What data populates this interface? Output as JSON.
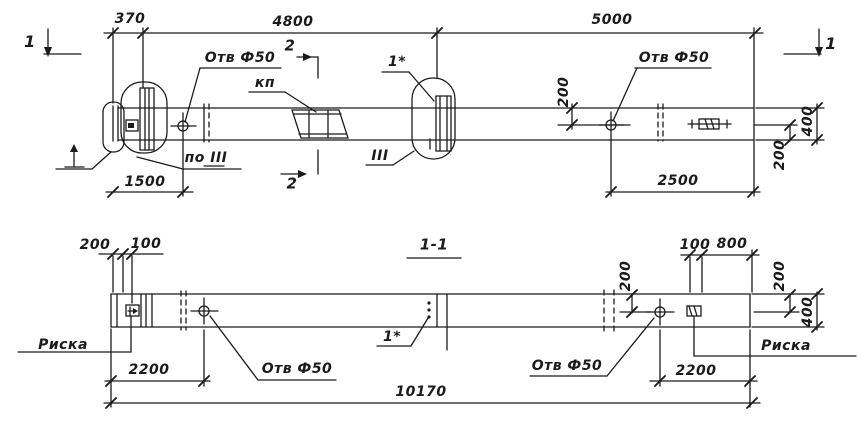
{
  "drawing": {
    "type": "engineering drawing, precast concrete column, plan view and section",
    "ink_color": "#1b1b1b",
    "paper_color": "#ffffff"
  },
  "plan_view": {
    "section_mark_left": "1",
    "section_mark_right": "1",
    "dim_370": "370",
    "dim_4800": "4800",
    "dim_5000": "5000",
    "hole_label_left": "Отв Ф50",
    "hole_label_right": "Отв Ф50",
    "section2_top": "2",
    "section2_bottom": "2",
    "kp_label": "кп",
    "detail_1star": "1*",
    "po_iii_label": "по III",
    "iii_label": "III",
    "dim_1500": "1500",
    "dim_200_hole": "200",
    "dim_2500": "2500",
    "dim_400_end": "400",
    "dim_200_end": "200"
  },
  "section_view": {
    "title": "1-1",
    "dim_200_topleft": "200",
    "dim_100_topleft": "100",
    "riska_left": "Риска",
    "riska_right": "Риска",
    "dim_2200_left": "2200",
    "dim_2200_right": "2200",
    "hole_label_left": "Отв Ф50",
    "hole_label_right": "Отв Ф50",
    "detail_1star": "1*",
    "dim_200_mid": "200",
    "dim_100_topright": "100",
    "dim_800_topright": "800",
    "dim_200_end": "200",
    "dim_400_end": "400",
    "dim_total_10170": "10170"
  }
}
